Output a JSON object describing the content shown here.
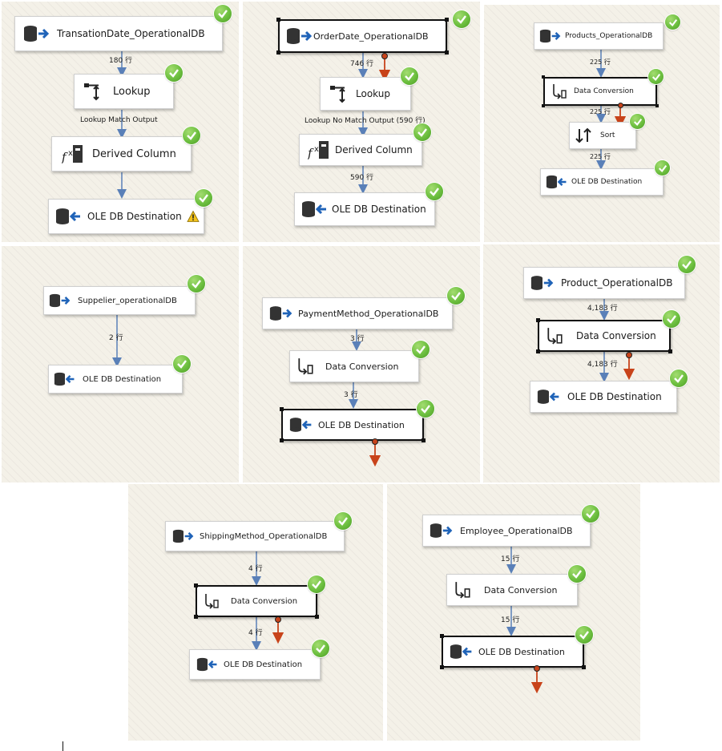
{
  "colors": {
    "canvas": "#f4f1e8",
    "success_badge": "#6cbf3f",
    "path_line": "#5a80b8",
    "error_path": "#c8431a",
    "warning": "#f2c21b",
    "selected_border": "#111111"
  },
  "icons": {
    "source": "ole-db-source-icon",
    "destination": "ole-db-destination-icon",
    "lookup": "lookup-icon",
    "derived_column": "derived-column-icon",
    "data_conversion": "data-conversion-icon",
    "sort": "sort-icon",
    "success": "success-check-icon",
    "warning": "warning-icon",
    "error_output": "error-output-arrow-icon"
  },
  "panels": [
    {
      "id": "p1",
      "source": "TransationDate_OperationalDB",
      "rows_1": "180 行",
      "lookup": "Lookup",
      "lookup_output": "Lookup Match Output",
      "derived": "Derived Column",
      "destination": "OLE DB Destination"
    },
    {
      "id": "p2",
      "source": "OrderDate_OperationalDB",
      "rows_1": "746 行",
      "lookup": "Lookup",
      "lookup_output": "Lookup No Match Output (590 行)",
      "derived": "Derived Column",
      "rows_2": "590 行",
      "destination": "OLE DB Destination"
    },
    {
      "id": "p3",
      "source": "Products_OperationalDB",
      "rows_1": "225 行",
      "conversion": "Data Conversion",
      "rows_2": "225 行",
      "sort": "Sort",
      "rows_3": "225 行",
      "destination": "OLE DB Destination"
    },
    {
      "id": "p4",
      "source": "Suppelier_operationalDB",
      "rows_1": "2 行",
      "destination": "OLE DB Destination"
    },
    {
      "id": "p5",
      "source": "PaymentMethod_OperationalDB",
      "rows_1": "3 行",
      "conversion": "Data Conversion",
      "rows_2": "3 行",
      "destination": "OLE DB Destination"
    },
    {
      "id": "p6",
      "source": "Product_OperationalDB",
      "rows_1": "4,183 行",
      "conversion": "Data Conversion",
      "rows_2": "4,183 行",
      "destination": "OLE DB Destination"
    },
    {
      "id": "p7",
      "source": "ShippingMethod_OperationalDB",
      "rows_1": "4 行",
      "conversion": "Data Conversion",
      "rows_2": "4 行",
      "destination": "OLE DB Destination"
    },
    {
      "id": "p8",
      "source": "Employee_OperationalDB",
      "rows_1": "15 行",
      "conversion": "Data Conversion",
      "rows_2": "15 行",
      "destination": "OLE DB Destination"
    }
  ]
}
